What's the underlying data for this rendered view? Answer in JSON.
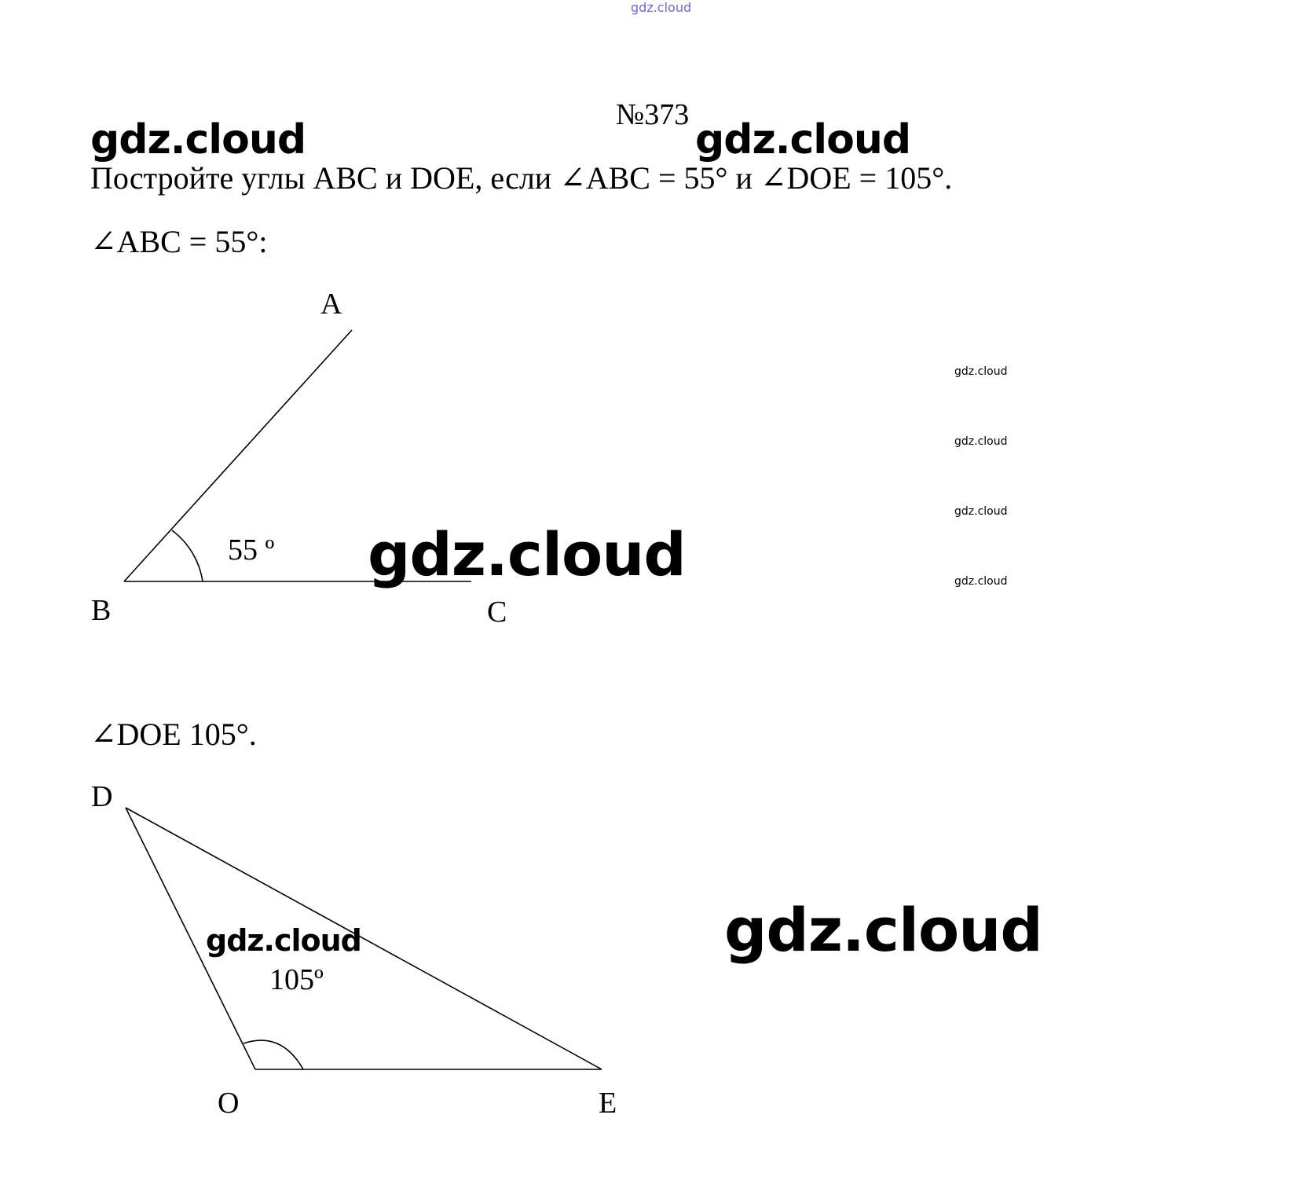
{
  "watermark": {
    "top": "gdz.cloud",
    "main": "gdz.cloud"
  },
  "problem": {
    "number": "№373",
    "statement": "Постройте углы ABC и DOE, если ∠ABC = 55° и ∠DOE = 105°."
  },
  "figure_abc": {
    "caption": "∠ABC = 55°:",
    "point_a": "A",
    "point_b": "B",
    "point_c": "C",
    "angle_label": "55 º"
  },
  "figure_doe": {
    "caption": "∠DOE  105°.",
    "point_d": "D",
    "point_o": "O",
    "point_e": "E",
    "angle_label": "105º"
  }
}
